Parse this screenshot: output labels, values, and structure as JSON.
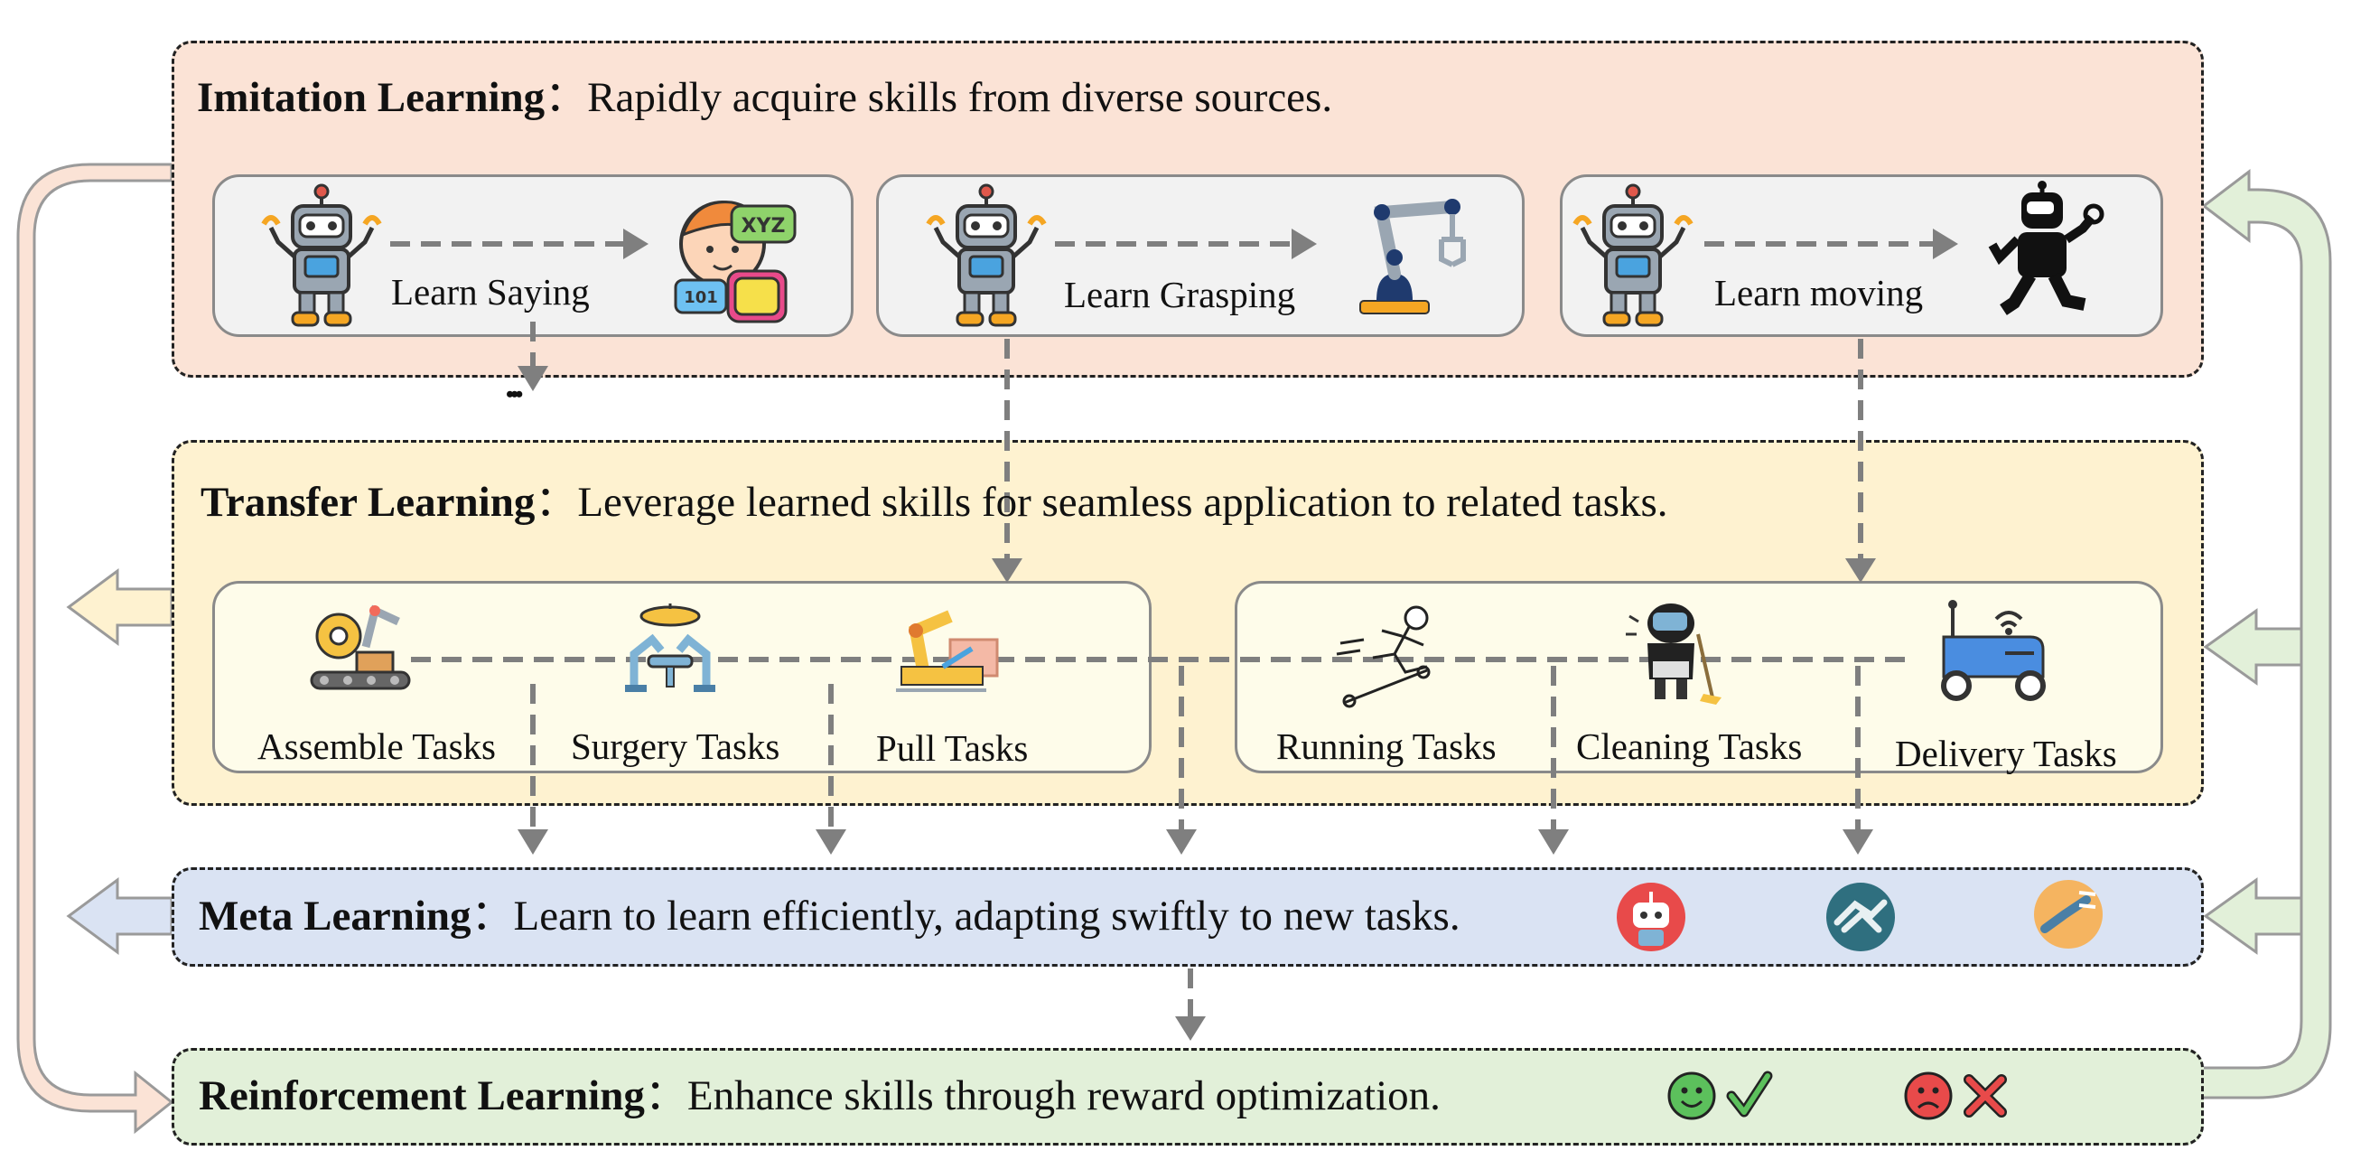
{
  "imitation": {
    "title": "Imitation Learning",
    "sep": "：",
    "desc": "Rapidly acquire skills from diverse sources.",
    "color": "#fbe3d6",
    "skills": [
      "Learn Saying",
      "Learn Grasping",
      "Learn moving"
    ],
    "more": "•••"
  },
  "transfer": {
    "title": "Transfer Learning",
    "sep": "：",
    "desc": "Leverage learned skills for seamless application to related tasks.",
    "color": "#fef2d0",
    "tasks": [
      "Assemble Tasks",
      "Surgery Tasks",
      "Pull Tasks",
      "Running Tasks",
      "Cleaning Tasks",
      "Delivery Tasks"
    ]
  },
  "meta": {
    "title": "Meta Learning",
    "sep": "：",
    "desc": "Learn to learn efficiently, adapting swiftly to new tasks.",
    "color": "#dae3f3"
  },
  "reinforcement": {
    "title": "Reinforcement Learning",
    "sep": "：",
    "desc": "Enhance skills through reward optimization.",
    "color": "#e2f0d9"
  },
  "colors": {
    "orange_arrow": "#fbe3d6",
    "yellow_arrow": "#fef2d0",
    "blue_arrow": "#dae3f3",
    "green_arrow": "#e2f0d9",
    "dashed_gray": "#7f7f7f"
  }
}
